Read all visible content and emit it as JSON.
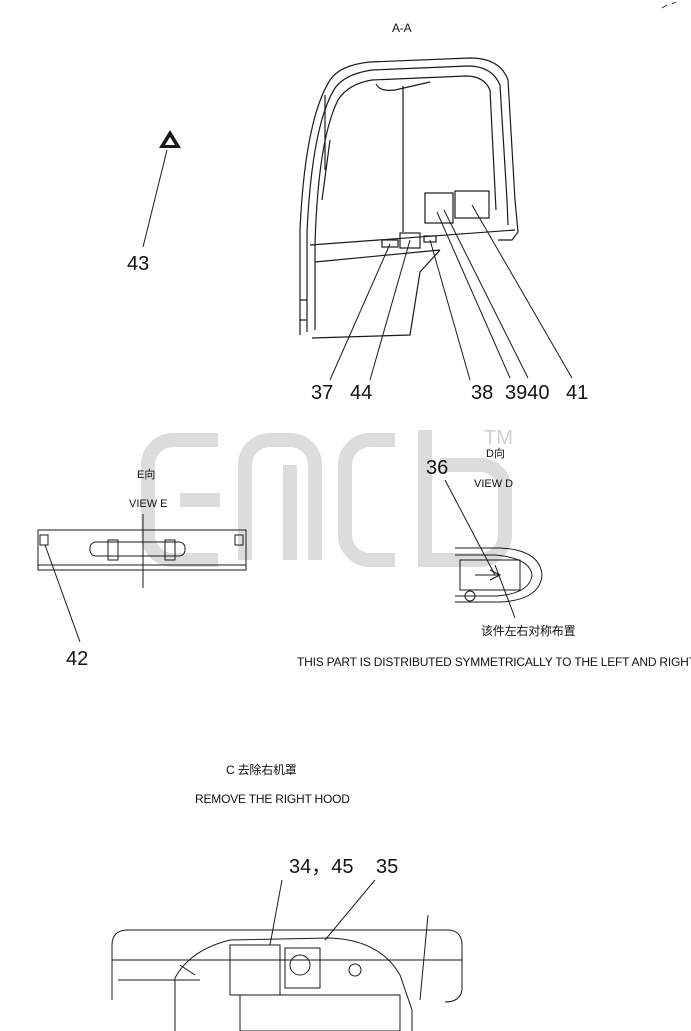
{
  "section_label": "A-A",
  "callouts": {
    "n43": "43",
    "n37": "37",
    "n44": "44",
    "n38": "38",
    "n39_40": "3940",
    "n41": "41",
    "n36": "36",
    "n42": "42",
    "n34_45": "34，45",
    "n35": "35"
  },
  "view_e": {
    "cn": "E向",
    "en": "VIEW E"
  },
  "view_d": {
    "cn": "D向",
    "en": "VIEW D"
  },
  "note_symmetric": {
    "cn": "该件左右对称布置",
    "en": "THIS PART IS DISTRIBUTED SYMMETRICALLY TO THE LEFT AND RIGHT."
  },
  "section_c": {
    "cn": "C 去除右机罩",
    "en": "REMOVE THE RIGHT HOOD"
  },
  "watermark": {
    "tm": "TM"
  },
  "colors": {
    "line": "#1a1a1a",
    "watermark": "#d9d9d9"
  }
}
